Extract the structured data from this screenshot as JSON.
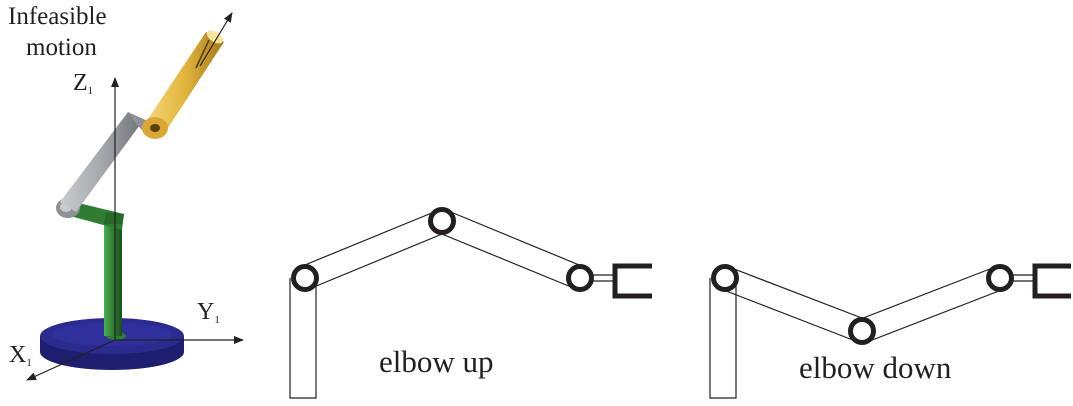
{
  "annotation": {
    "line1": "Infeasible",
    "line2": "motion"
  },
  "axes": {
    "z": {
      "letter": "Z",
      "sub": "1"
    },
    "y": {
      "letter": "Y",
      "sub": "1"
    },
    "x": {
      "letter": "X",
      "sub": "1"
    }
  },
  "captions": {
    "elbow_up": "elbow up",
    "elbow_down": "elbow down"
  },
  "colors": {
    "base": "#2b2b8f",
    "lower_link": "#2e7d32",
    "middle_link": "#a6a9ad",
    "end_link": "#e2b43b",
    "line": "#231f20"
  }
}
